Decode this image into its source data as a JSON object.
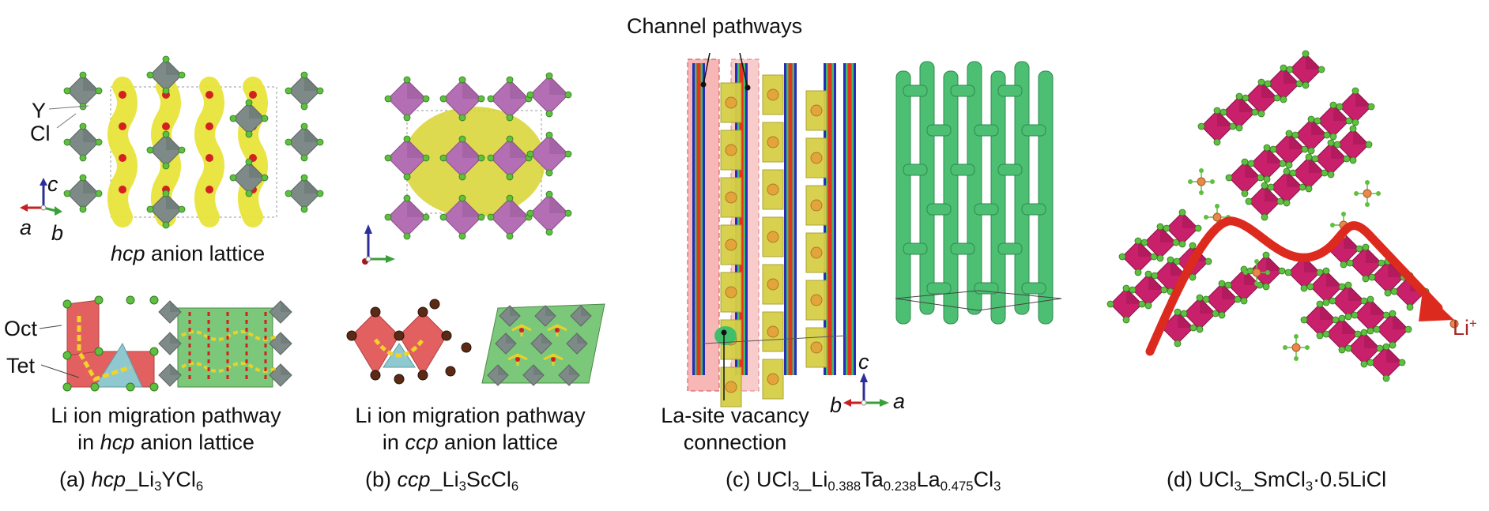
{
  "figure": {
    "panels": [
      {
        "id": "a",
        "caption_prefix": "(a) ",
        "caption_italic": "hcp",
        "caption_text": "_Li",
        "caption_sub1": "3",
        "caption_text2": "YCl",
        "caption_sub2": "6",
        "top_structure": {
          "labels": {
            "y": "Y",
            "cl": "Cl"
          },
          "axes": {
            "a": "a",
            "b": "b",
            "c": "c"
          },
          "caption_italic": "hcp",
          "caption_text": " anion lattice"
        },
        "bottom_structure": {
          "labels": {
            "oct": "Oct",
            "tet": "Tet"
          },
          "caption_line1": "Li ion migration pathway",
          "caption_line2_prefix": "in ",
          "caption_line2_italic": "hcp",
          "caption_line2_suffix": " anion lattice"
        },
        "colors": {
          "polyhedra": "#7d8a87",
          "isosurface": "#e8e43a",
          "cl_atom": "#5fbf3f",
          "li_atom": "#d42020"
        }
      },
      {
        "id": "b",
        "caption_prefix": "(b) ",
        "caption_italic": "ccp",
        "caption_text": "_Li",
        "caption_sub1": "3",
        "caption_text2": "ScCl",
        "caption_sub2": "6",
        "bottom_structure": {
          "caption_line1": "Li ion migration pathway",
          "caption_line2_prefix": "in ",
          "caption_line2_italic": "ccp",
          "caption_line2_suffix": " anion lattice"
        },
        "colors": {
          "polyhedra": "#b46fb4",
          "isosurface": "#d8d430",
          "cl_atom": "#5fbf3f",
          "anion_atom": "#5a2a14"
        }
      },
      {
        "id": "c",
        "caption_prefix": "(c) UCl",
        "caption_sub0": "3",
        "caption_mid": "_Li",
        "caption_sub1": "0.388",
        "caption_text2": "Ta",
        "caption_sub2": "0.238",
        "caption_text3": "La",
        "caption_sub3": "0.475",
        "caption_text4": "Cl",
        "caption_sub4": "3",
        "annotations": {
          "channel": "Channel pathways",
          "vacancy_line1": "La-site vacancy",
          "vacancy_line2": "connection"
        },
        "axes": {
          "a": "a",
          "b": "b",
          "c": "c"
        },
        "colors": {
          "isosurface": "#4cbf72",
          "highlight": "#f7b7b7",
          "contour_red": "#e8321e",
          "contour_blue": "#2a2ab8"
        }
      },
      {
        "id": "d",
        "caption_prefix": "(d) UCl",
        "caption_sub1": "3",
        "caption_text2": "_SmCl",
        "caption_sub2": "3",
        "caption_text3": "·0.5LiCl",
        "li_label": "Li",
        "li_charge": "+",
        "colors": {
          "polyhedra": "#c8206a",
          "arrow": "#dd2a1e",
          "cl_atom": "#5fbf3f",
          "li_atom": "#e8884a"
        }
      }
    ]
  }
}
